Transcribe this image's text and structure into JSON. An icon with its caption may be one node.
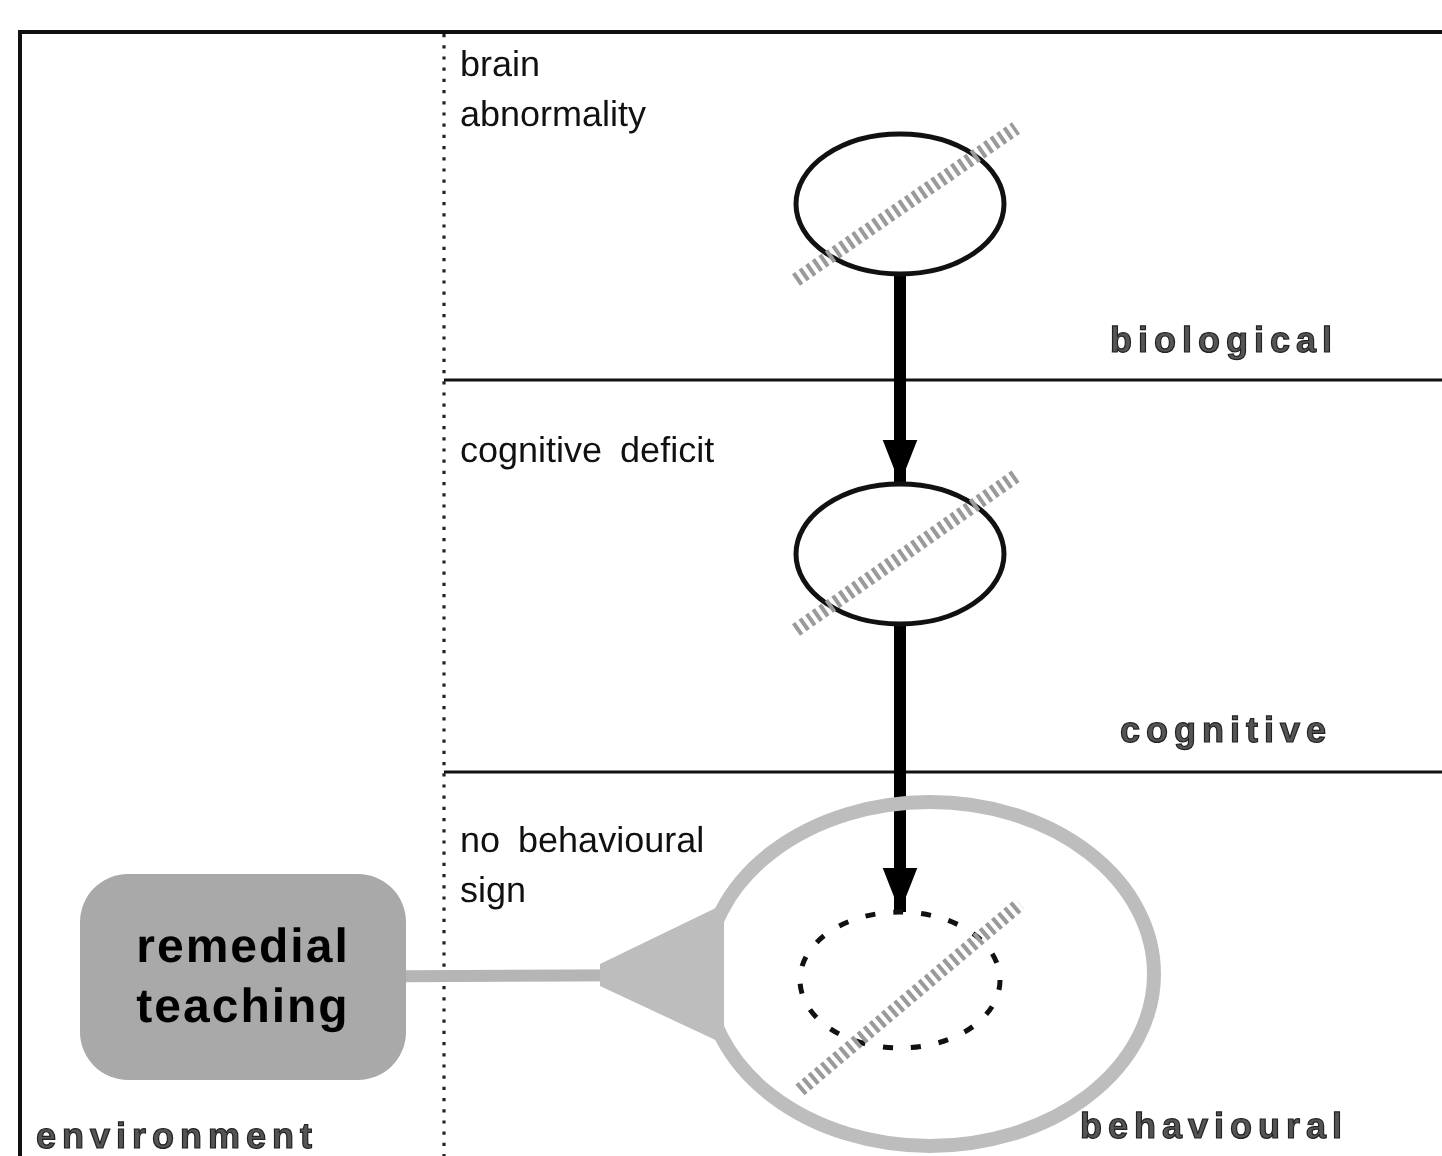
{
  "diagram": {
    "nodes": [
      {
        "text": [],
        "shape": "circle"
      },
      {
        "text": [],
        "shape": "circle"
      },
      {
        "text": [
          "remedial teaching"
        ]
      },
      {
        "text": [],
        "shape": "circle"
      },
      {
        "text": [],
        "shape": "circle",
        "in": 3
      }
    ],
    "edges": [
      {
        "from": 0,
        "to": 1,
        "arrow": "to"
      },
      {
        "from": 1,
        "to": 4,
        "arrow": "to"
      },
      {
        "from": 2,
        "to": 3,
        "arrow": "none",
        "color": "#b5b5b5"
      }
    ],
    "labels": [
      "brain abnormality",
      "biological",
      "cognitive deficit",
      "cognitive",
      "no behavioural sign",
      "environment",
      "behavioural"
    ]
  }
}
